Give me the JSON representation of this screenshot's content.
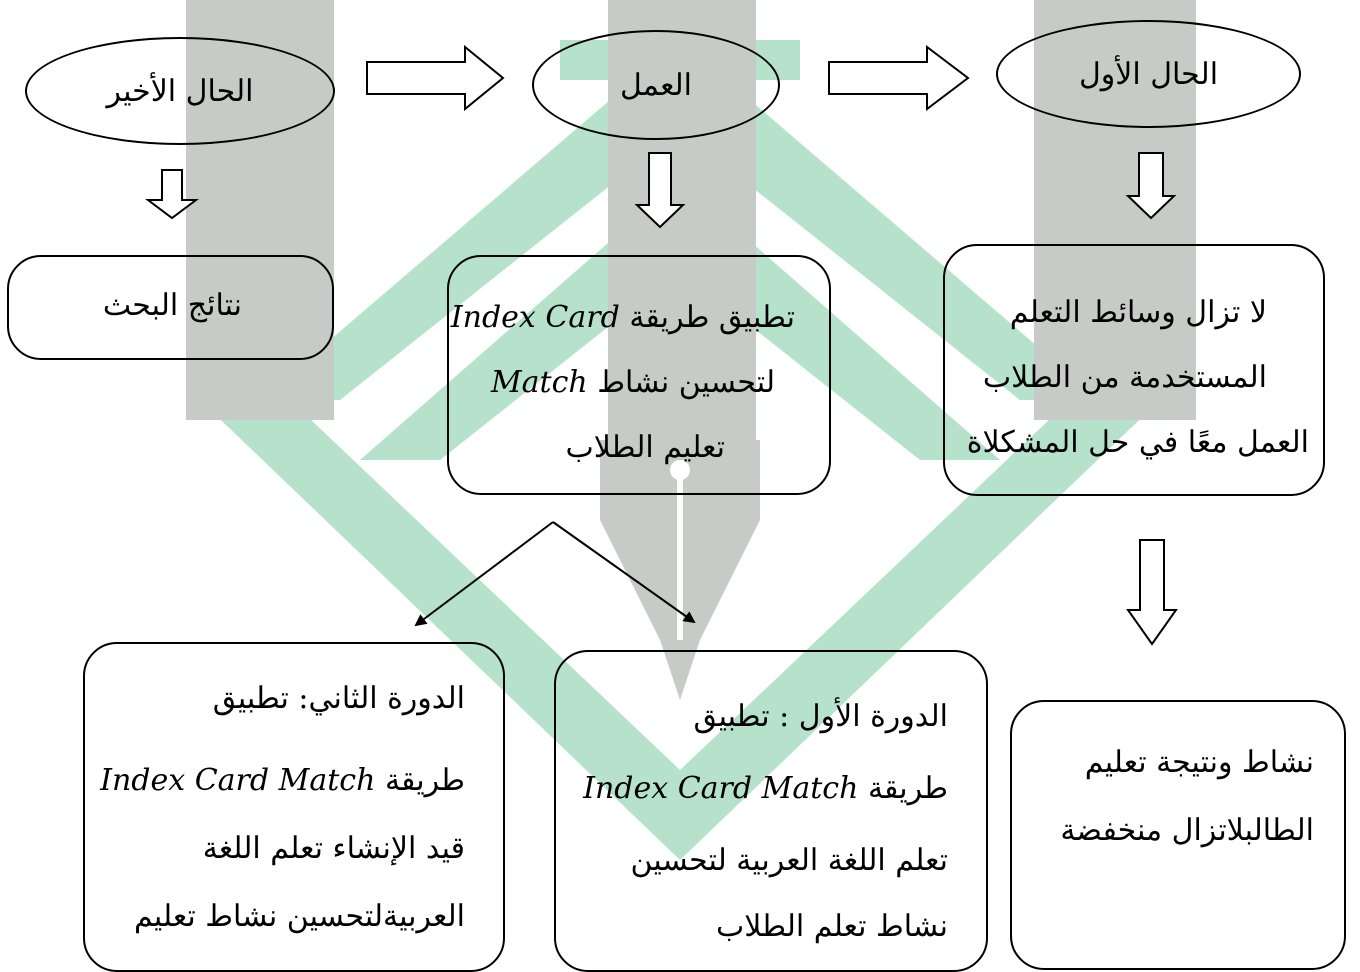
{
  "watermark": {
    "colors": {
      "green": "#b6e2cc",
      "gray": "#c6cbc8"
    },
    "icon": "university-pen-nib-logo"
  },
  "header": {
    "final_state": "الحال الأخير",
    "action": "العمل",
    "initial_state": "الحال الأول"
  },
  "boxes": {
    "results": "نتائج البحث",
    "action_box": {
      "line1_latin": "Index Card",
      "line1_ar": "تطبيق طريقة",
      "line2_latin": "Match",
      "line2_ar": "لتحسين نشاط",
      "line3": "تعليم  الطلاب"
    },
    "problem": {
      "line1": "لا تزال وسائط التعلم",
      "line2": "المستخدمة من الطلاب",
      "line3": "العمل معًا في حل المشكلاة"
    },
    "cycle2": {
      "line1": "الدورة  الثاني: تطبيق",
      "line2_ar": "طريقة",
      "line2_latin": "Index  Card  Match",
      "line3": "قيد الإنشاء   تعلم اللغة",
      "line4": "العربيةلتحسين  نشاط تعليم"
    },
    "cycle1": {
      "line1": "الدورة  الأول : تطبيق",
      "line2_ar": "طريقة",
      "line2_latin": "Index  Card  Match",
      "line3": "تعلم اللغة العربية     لتحسين",
      "line4": "نشاط تعلم الطلاب"
    },
    "outcome": {
      "line1": "نشاط ونتيجة تعليم",
      "line2": "الطالبلاتزال منخفضة"
    }
  }
}
